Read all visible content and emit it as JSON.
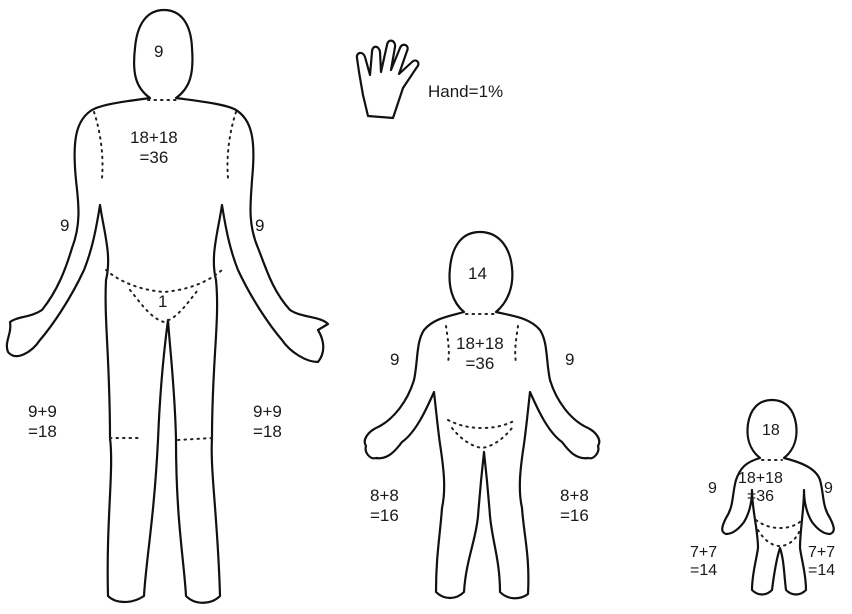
{
  "hand_legend": {
    "label": "Hand=1%"
  },
  "adult": {
    "head": "9",
    "trunk_line1": "18+18",
    "trunk_line2": "=36",
    "arm_left": "9",
    "arm_right": "9",
    "perineum": "1",
    "leg_left_line1": "9+9",
    "leg_left_line2": "=18",
    "leg_right_line1": "9+9",
    "leg_right_line2": "=18"
  },
  "child": {
    "head": "14",
    "trunk_line1": "18+18",
    "trunk_line2": "=36",
    "arm_left": "9",
    "arm_right": "9",
    "leg_left_line1": "8+8",
    "leg_left_line2": "=16",
    "leg_right_line1": "8+8",
    "leg_right_line2": "=16"
  },
  "infant": {
    "head": "18",
    "trunk_line1": "18+18",
    "trunk_line2": "=36",
    "arm_left": "9",
    "arm_right": "9",
    "leg_left_line1": "7+7",
    "leg_left_line2": "=14",
    "leg_right_line1": "7+7",
    "leg_right_line2": "=14"
  }
}
